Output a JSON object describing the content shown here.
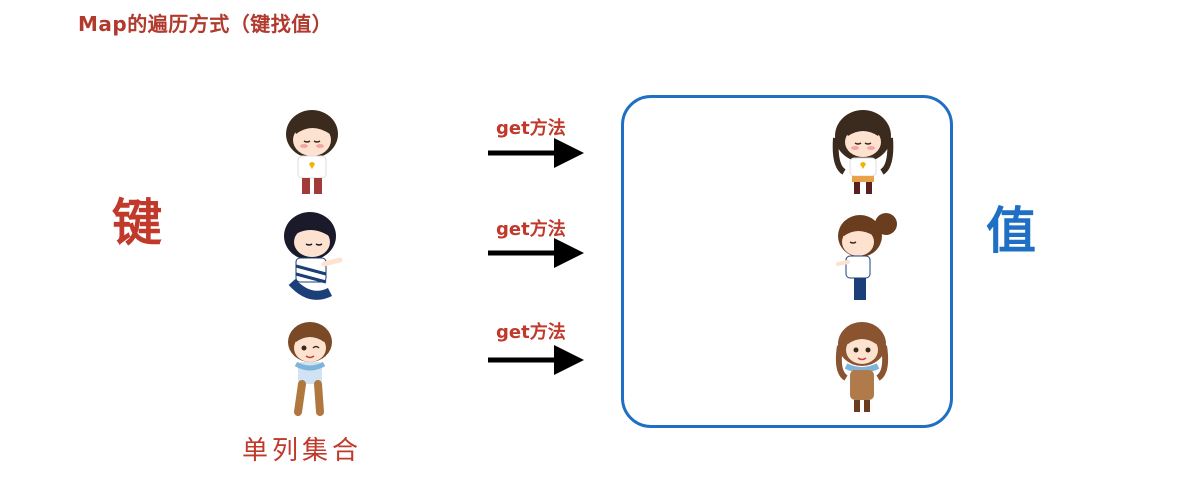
{
  "title": "Map的遍历方式（键找值）",
  "key_label": "键",
  "value_label": "值",
  "keys_caption": "单列集合",
  "arrows": [
    {
      "label": "get方法"
    },
    {
      "label": "get方法"
    },
    {
      "label": "get方法"
    }
  ],
  "colors": {
    "title": "#b03a2e",
    "key_text": "#c0392b",
    "value_text": "#1f6fc4",
    "box_border": "#1f6fc4",
    "arrow": "#000000"
  },
  "icons": {
    "keys": [
      "boy-figure-heart-shirt",
      "boy-figure-kneeling",
      "boy-figure-winking"
    ],
    "values": [
      "girl-figure-heart-shirt",
      "girl-figure-ponytail",
      "girl-figure-scarf"
    ]
  }
}
